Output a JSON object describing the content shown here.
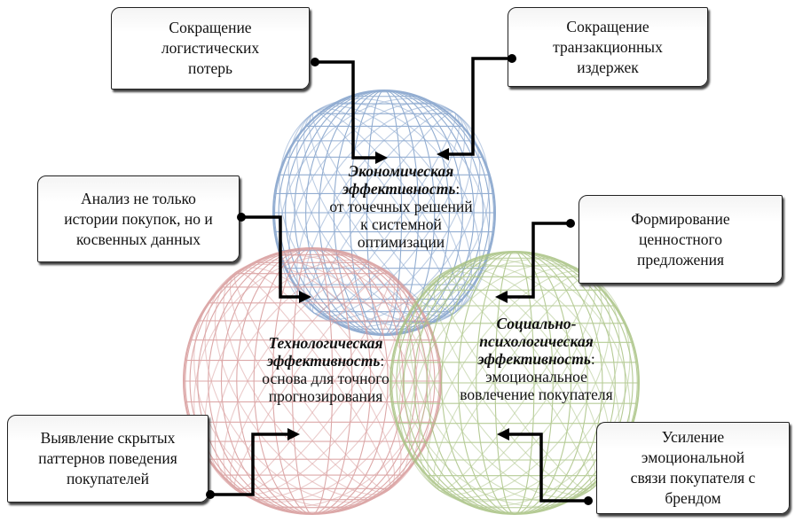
{
  "colors": {
    "economic": "#7f9fc9",
    "technological": "#d79a9a",
    "social": "#a9c283",
    "connector": "#000000"
  },
  "spheres": {
    "economic": {
      "title": "Экономическая",
      "title2": "эффективность",
      "colon": ":",
      "lines": [
        "от точечных решений",
        "к системной",
        "оптимизации"
      ]
    },
    "technological": {
      "title": "Технологическая",
      "title2": "эффективность",
      "colon": ":",
      "lines": [
        "основа для точного",
        "прогнозирования"
      ]
    },
    "social": {
      "title": "Социально-",
      "title1b": "психологическая",
      "title2": "эффективность",
      "colon": ":",
      "lines": [
        "эмоциональное",
        "вовлечение покупателя"
      ]
    }
  },
  "boxes": [
    {
      "lines": [
        "Сокращение",
        "логистических",
        "потерь"
      ]
    },
    {
      "lines": [
        "Сокращение",
        "транзакционных",
        "издержек"
      ]
    },
    {
      "lines": [
        "Анализ не только",
        "истории покупок, но и",
        "косвенных данных"
      ]
    },
    {
      "lines": [
        "Формирование",
        "ценностного",
        "предложения"
      ]
    },
    {
      "lines": [
        "Выявление скрытых",
        "паттернов поведения",
        "покупателей"
      ]
    },
    {
      "lines": [
        "Усиление",
        "эмоциональной",
        "связи покупателя с",
        "брендом"
      ]
    }
  ]
}
